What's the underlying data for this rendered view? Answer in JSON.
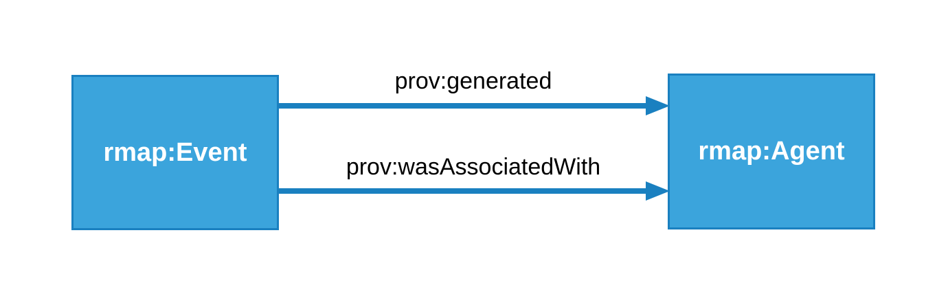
{
  "diagram": {
    "nodes": [
      {
        "id": "event",
        "label": "rmap:Event"
      },
      {
        "id": "agent",
        "label": "rmap:Agent"
      }
    ],
    "edges": [
      {
        "from": "event",
        "to": "agent",
        "label": "prov:generated"
      },
      {
        "from": "event",
        "to": "agent",
        "label": "prov:wasAssociatedWith"
      }
    ],
    "colors": {
      "node_fill": "#3ba4dc",
      "node_border": "#1a80c0",
      "edge": "#1a80c0",
      "node_text": "#ffffff",
      "edge_text": "#000000"
    }
  }
}
